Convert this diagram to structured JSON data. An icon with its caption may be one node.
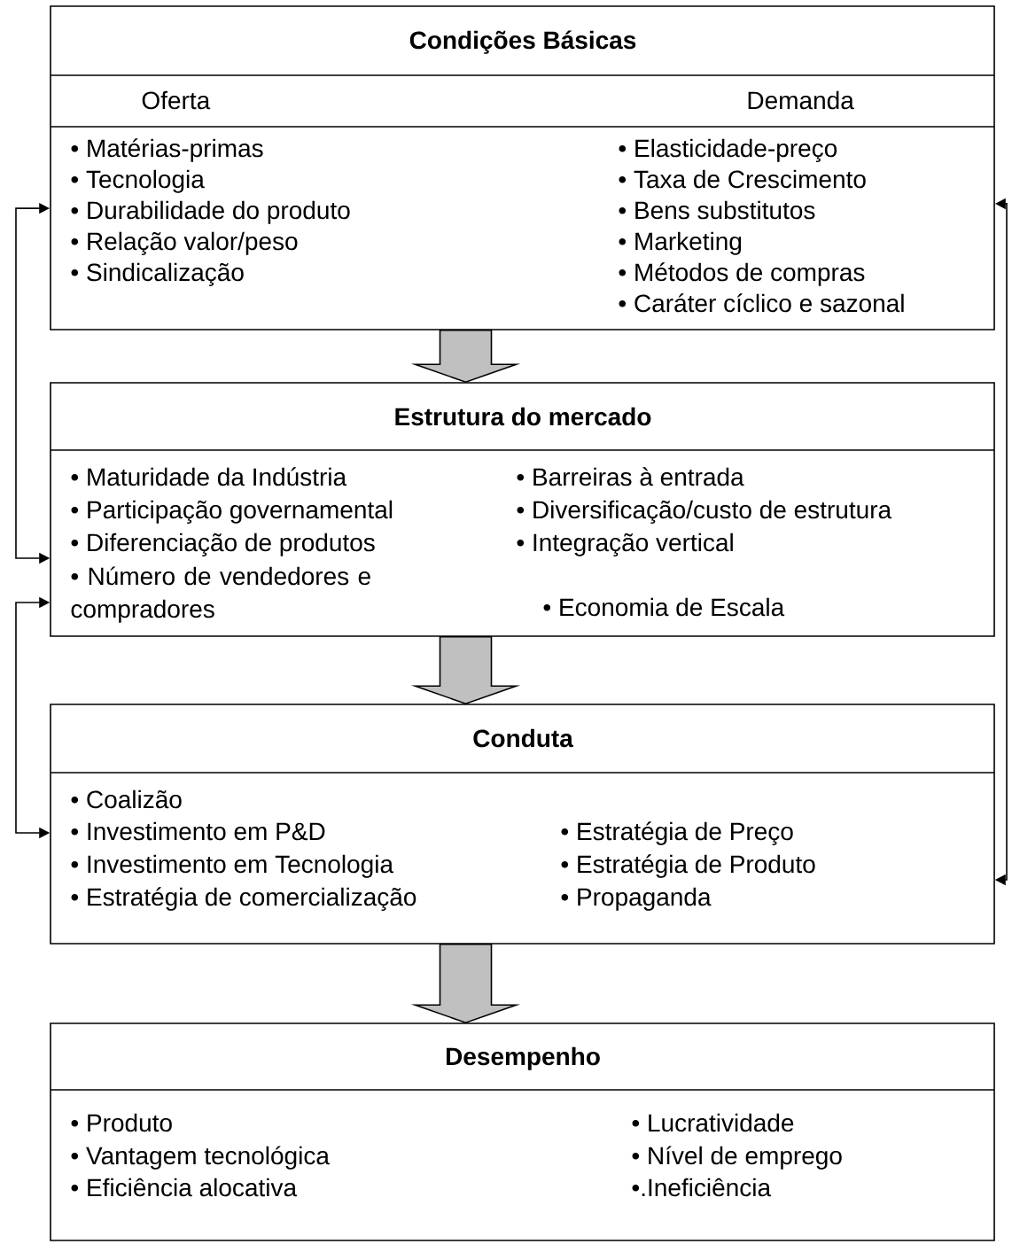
{
  "diagram": {
    "nodes": [
      {
        "text": [
          "Condições Básicas",
          "Oferta",
          "Demanda",
          "• Matérias-primas",
          "• Tecnologia",
          "• Durabilidade do produto",
          "• Relação valor/peso",
          "• Sindicalização",
          "• Elasticidade-preço",
          "• Taxa de Crescimento",
          "• Bens substitutos",
          "• Marketing",
          "• Métodos de compras",
          "• Caráter cíclico e sazonal"
        ]
      },
      {
        "text": [
          "Estrutura do mercado",
          "• Maturidade da Indústria",
          "• Participação governamental",
          "• Diferenciação de produtos",
          "• Número de vendedores e compradores",
          "• Barreiras à entrada",
          "• Diversificação/custo de estrutura",
          "• Integração vertical",
          "• Economia de Escala"
        ]
      },
      {
        "text": [
          "Conduta",
          "• Coalizão",
          "• Investimento em P&D",
          "• Investimento em Tecnologia",
          "• Estratégia de comercialização",
          "• Estratégia de Preço",
          "• Estratégia de Produto",
          "• Propaganda"
        ]
      },
      {
        "text": [
          "Desempenho",
          "• Produto",
          "• Vantagem tecnológica",
          "• Eficiência alocativa",
          "• Lucratividade",
          "• Nível de emprego",
          "•.Ineficiência"
        ]
      }
    ],
    "edges": [
      {
        "from": 0,
        "to": 1,
        "arrow": "to",
        "style": "thick",
        "color": "#c0c0c0"
      },
      {
        "from": 1,
        "to": 2,
        "arrow": "to",
        "style": "thick",
        "color": "#c0c0c0"
      },
      {
        "from": 2,
        "to": 3,
        "arrow": "to",
        "style": "thick",
        "color": "#c0c0c0"
      },
      {
        "from": 1,
        "to": 0,
        "arrow": "both"
      },
      {
        "from": 2,
        "to": 1,
        "arrow": "both"
      },
      {
        "from": 2,
        "to": 0,
        "arrow": "both"
      }
    ]
  }
}
